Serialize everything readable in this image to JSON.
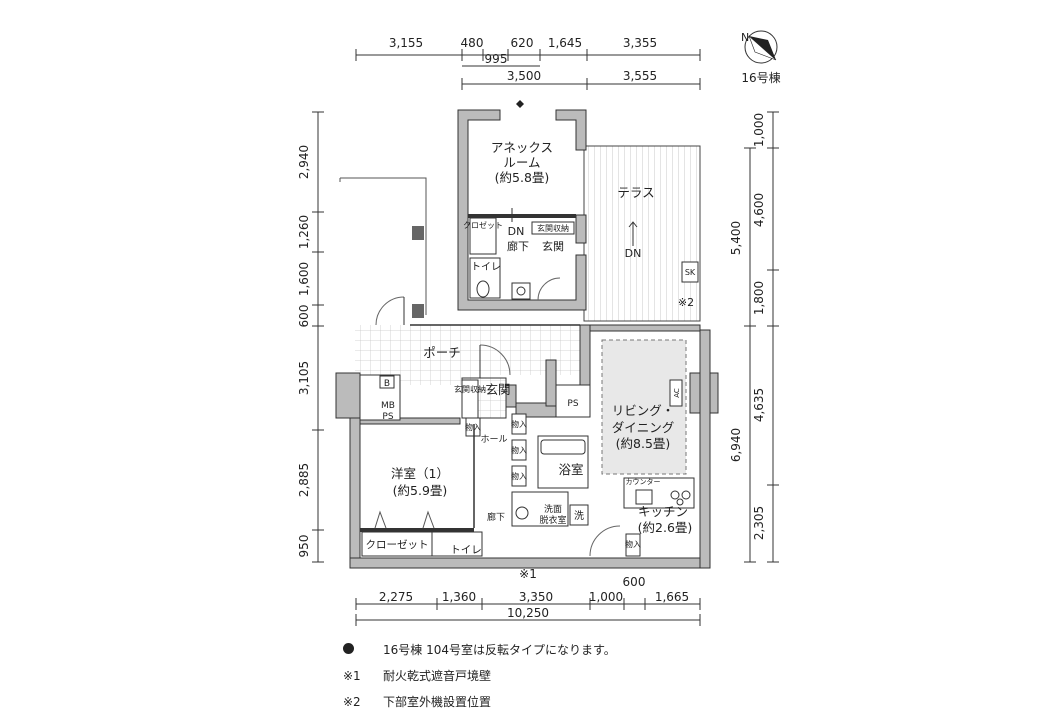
{
  "top_dims_row1": [
    "3,155",
    "480",
    "620",
    "1,645",
    "3,355"
  ],
  "top_dims_row2": [
    "995"
  ],
  "top_dims_row3": [
    "3,500",
    "3,555"
  ],
  "left_dims": [
    "2,940",
    "1,260",
    "1,600",
    "600",
    "3,105",
    "2,885",
    "950"
  ],
  "right_dims_outer": [
    "1,000",
    "4,600",
    "1,800",
    "4,635",
    "2,305"
  ],
  "right_dims_inner": [
    "5,400",
    "6,940"
  ],
  "bottom_dims_row1": [
    "2,275",
    "1,360",
    "3,350",
    "1,000",
    "1,665"
  ],
  "bottom_dim_600": "600",
  "bottom_total": "10,250",
  "compass_label": "16号棟",
  "compass_letter": "N",
  "rooms": {
    "annex_name": "アネックス",
    "annex_name2": "ルーム",
    "annex_size": "(約5.8畳)",
    "terrace": "テラス",
    "dn1": "DN",
    "dn2": "DN",
    "closet_small": "クロゼット",
    "entrance_storage": "玄関収納",
    "hallway_annex": "廊下",
    "entrance_annex": "玄関",
    "toilet_annex": "トイレ",
    "sk": "SK",
    "note2_mark": "※2",
    "porch": "ポーチ",
    "b_box": "B",
    "mb_ps": "MB",
    "ps_label": "PS",
    "ps_label2": "PS",
    "entrance_main": "玄関",
    "entrance_storage_main": "玄関収納",
    "storage": "物入",
    "hall": "ホール",
    "western_room": "洋室（1）",
    "western_size": "(約5.9畳)",
    "hallway_main": "廊下",
    "bathroom": "浴室",
    "washroom": "洗面",
    "dressing": "脱衣室",
    "wash": "洗",
    "living": "リビング・",
    "dining": "ダイニング",
    "living_size": "(約8.5畳)",
    "ac": "AC",
    "counter": "カウンター",
    "kitchen": "キッチン",
    "kitchen_size": "(約2.6畳)",
    "closet_main": "クローゼット",
    "toilet_main": "トイレ",
    "note1_mark": "※1"
  },
  "notes": [
    {
      "mark": "",
      "text": "16号棟 104号室は反転タイプになります。"
    },
    {
      "mark": "※1",
      "text": "耐火乾式遮音戸境壁"
    },
    {
      "mark": "※2",
      "text": "下部室外機設置位置"
    }
  ]
}
